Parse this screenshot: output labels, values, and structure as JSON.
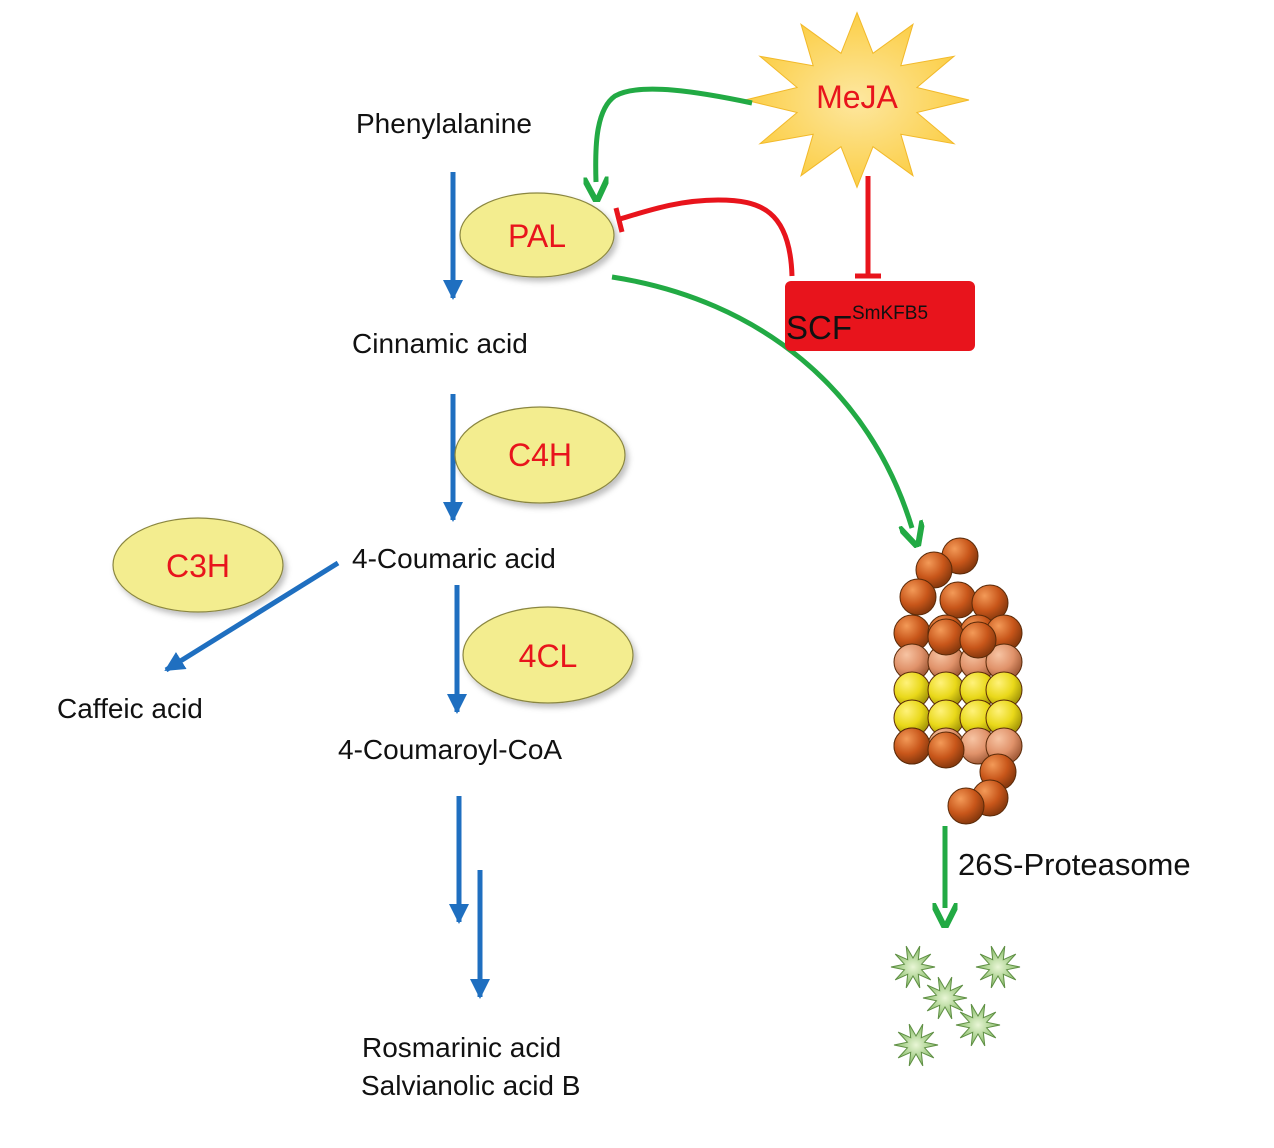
{
  "metabolites": {
    "phenylalanine": "Phenylalanine",
    "cinnamic_acid": "Cinnamic acid",
    "coumaric_acid": "4-Coumaric acid",
    "caffeic_acid": "Caffeic acid",
    "coumaroyl_coa": "4-Coumaroyl-CoA",
    "rosmarinic_acid": "Rosmarinic acid",
    "salvianolic_acid_b": "Salvianolic acid B"
  },
  "enzymes": {
    "pal": "PAL",
    "c4h": "C4H",
    "c3h": "C3H",
    "fourcl": "4CL"
  },
  "regulators": {
    "meja": "MeJA",
    "scf_main": "SCF",
    "scf_superscript": "SmKFB5",
    "proteasome": "26S-Proteasome"
  },
  "colors": {
    "pathway_arrow": "#1f6fc0",
    "activation_arrow": "#22aa44",
    "inhibition": "#e8141c",
    "enzyme_fill": "#f3ed8f",
    "enzyme_text": "#e8141c",
    "scf_box": "#e8141c",
    "meja_star": "#fcd548",
    "proteasome_outer": "#c8561a",
    "proteasome_mid": "#e0926a",
    "proteasome_inner": "#e9d819",
    "fragments": "#8cc46a"
  }
}
